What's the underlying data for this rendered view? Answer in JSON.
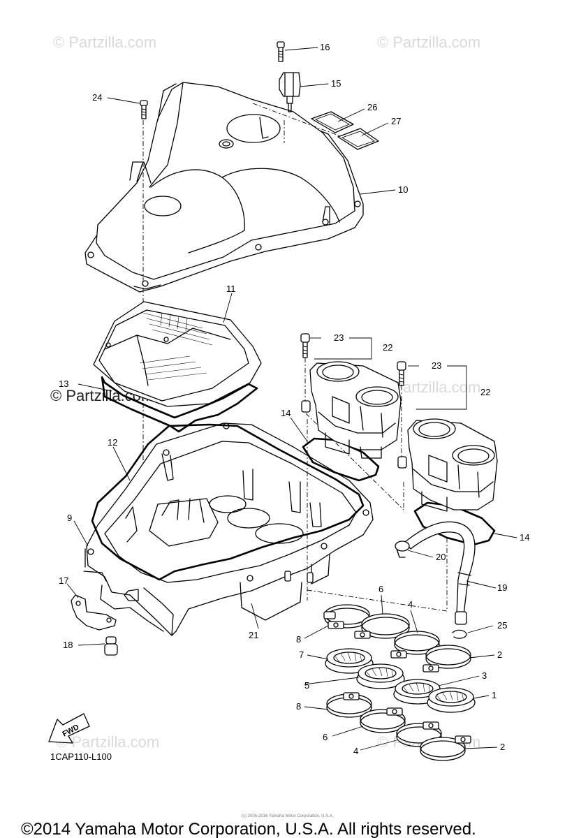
{
  "watermarks": {
    "top_left": "© Partzilla.com",
    "top_right": "© Partzilla.com",
    "mid_left": "© Partzilla.com",
    "mid_right": "© Partzilla.com",
    "bottom_left": "© Partzilla.com",
    "bottom_right": "© Partzilla.com"
  },
  "callouts": {
    "c1": "1",
    "c2a": "2",
    "c2b": "2",
    "c3": "3",
    "c4a": "4",
    "c4b": "4",
    "c5": "5",
    "c6a": "6",
    "c6b": "6",
    "c7": "7",
    "c8a": "8",
    "c8b": "8",
    "c9": "9",
    "c10": "10",
    "c11": "11",
    "c12": "12",
    "c13": "13",
    "c14a": "14",
    "c14b": "14",
    "c15": "15",
    "c16": "16",
    "c17": "17",
    "c18": "18",
    "c19": "19",
    "c20": "20",
    "c21": "21",
    "c22a": "22",
    "c22b": "22",
    "c23a": "23",
    "c23b": "23",
    "c24": "24",
    "c25": "25",
    "c26": "26",
    "c27": "27"
  },
  "fwd_label": "FWD",
  "diagram_ref": "1CAP110-L100",
  "fine_print": "(c) 2005-2016 Yamaha Motor Corporation, U.S.A.",
  "copyright": "©2014 Yamaha Motor Corporation, U.S.A. All rights reserved."
}
